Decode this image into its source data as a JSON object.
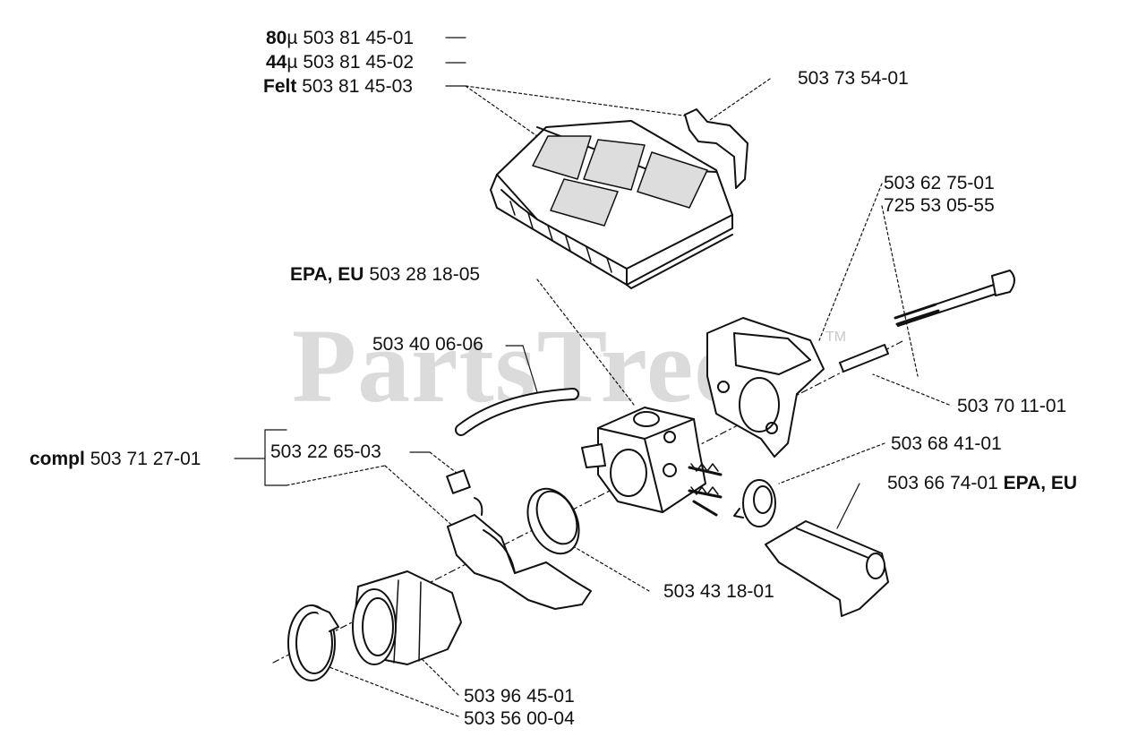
{
  "watermark": {
    "text": "PartsTree",
    "trademark": "TM",
    "color": "#cfcfcf"
  },
  "callouts": {
    "filter_80": {
      "prefix": "80",
      "unit": "µ",
      "part": "503 81 45-01"
    },
    "filter_44": {
      "prefix": "44",
      "unit": "µ",
      "part": "503 81 45-02"
    },
    "filter_felt": {
      "prefix": "Felt",
      "part": "503 81 45-03"
    },
    "cover_bracket": {
      "part": "503 73 54-01"
    },
    "gasket_top": {
      "part": "503 62 75-01"
    },
    "bolt": {
      "part": "725 53 05-55"
    },
    "carburetor": {
      "prefix": "EPA, EU",
      "part": "503 28 18-05"
    },
    "fuel_hose": {
      "part": "503 40 06-06"
    },
    "sleeve": {
      "part": "503 70 11-01"
    },
    "complete_kit": {
      "prefix": "compl",
      "part": "503 71 27-01"
    },
    "bracket_nut": {
      "part": "503 22 65-03"
    },
    "knob": {
      "part": "503 68 41-01"
    },
    "choke_rod": {
      "part": "503 66 74-01",
      "suffix": "EPA, EU"
    },
    "o_ring": {
      "part": "503 43 18-01"
    },
    "intake_boot": {
      "part": "503 96 45-01"
    },
    "hose_clamp": {
      "part": "503 56 00-04"
    }
  }
}
